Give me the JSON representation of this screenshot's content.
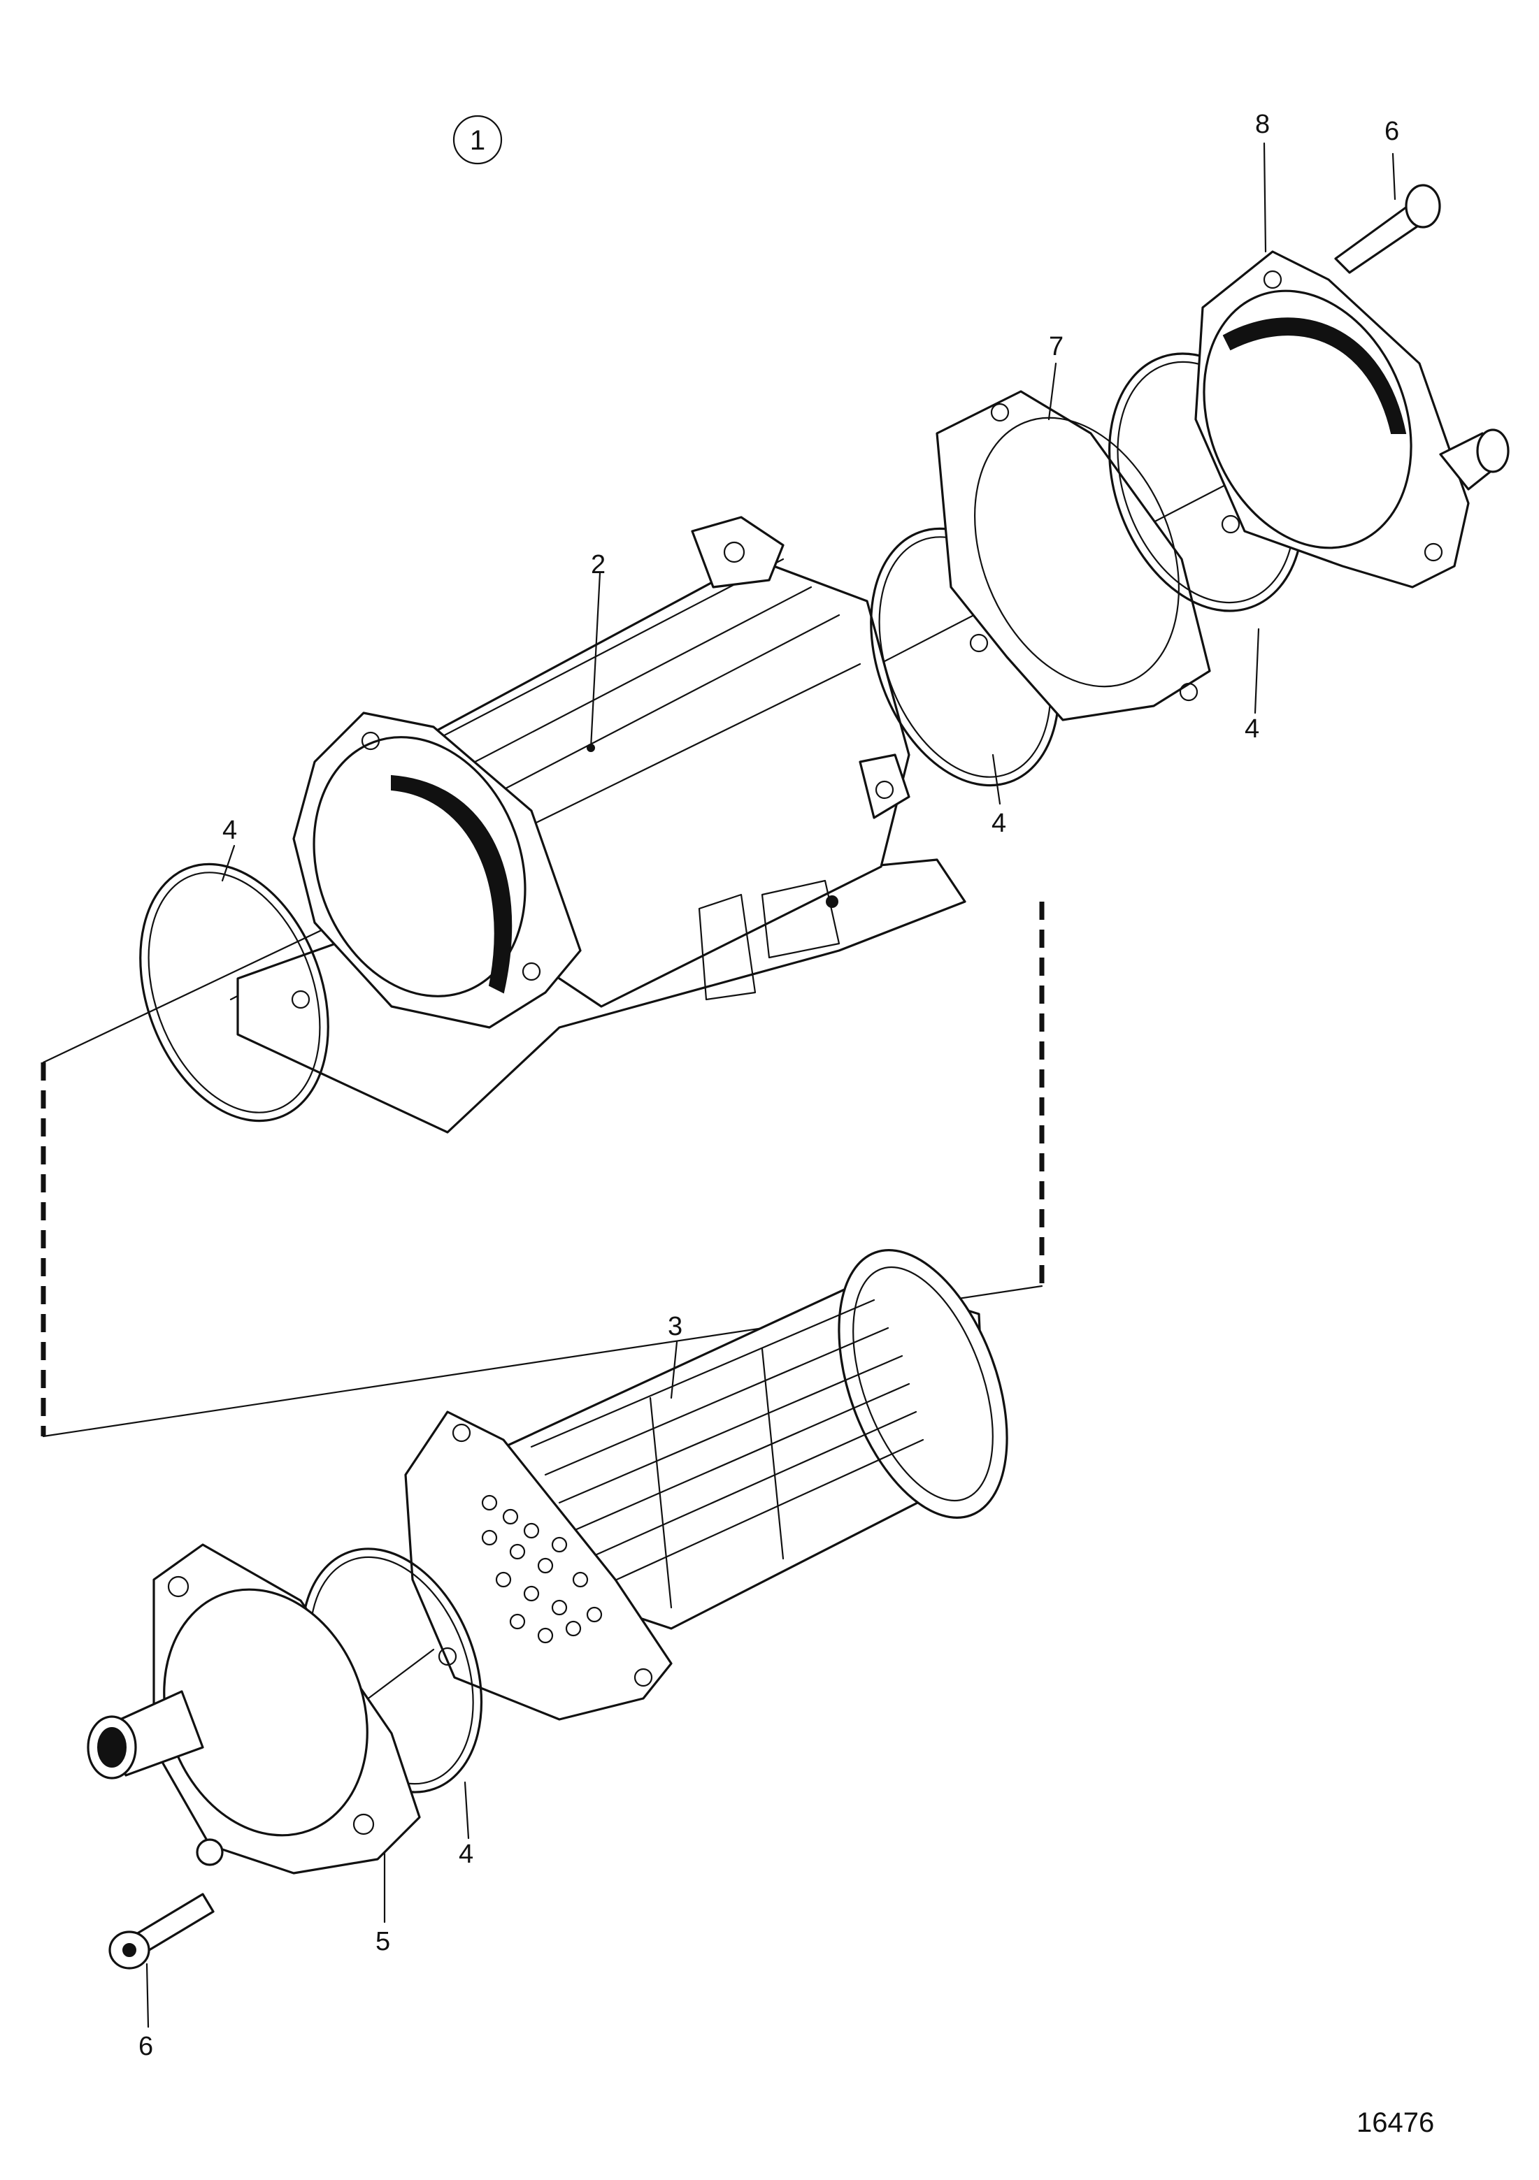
{
  "diagram": {
    "view_marker": "1",
    "drawing_number": "16476",
    "callouts": {
      "housing": "2",
      "cooler_insert": "3",
      "o_ring_left": "4",
      "o_ring_mid": "4",
      "o_ring_right": "4",
      "o_ring_lower": "4",
      "end_cover_lower": "5",
      "screw_top": "6",
      "screw_bottom": "6",
      "gasket_plate": "7",
      "end_cover_upper": "8"
    }
  }
}
